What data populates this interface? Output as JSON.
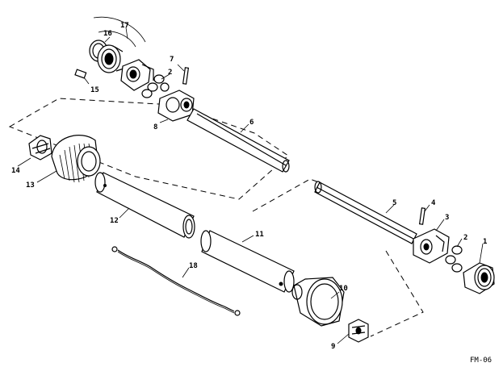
{
  "drawing_code": "FM-06",
  "part_numbers": [
    "1",
    "2",
    "2",
    "3",
    "4",
    "5",
    "6",
    "7",
    "8",
    "9",
    "10",
    "11",
    "12",
    "13",
    "14",
    "15",
    "16",
    "17",
    "18"
  ],
  "parts": [
    {
      "id": "part-1",
      "label": "1"
    },
    {
      "id": "part-2a",
      "label": "2"
    },
    {
      "id": "part-2b",
      "label": "2"
    },
    {
      "id": "part-3",
      "label": "3"
    },
    {
      "id": "part-4",
      "label": "4"
    },
    {
      "id": "part-5",
      "label": "5"
    },
    {
      "id": "part-6",
      "label": "6"
    },
    {
      "id": "part-7",
      "label": "7"
    },
    {
      "id": "part-8",
      "label": "8"
    },
    {
      "id": "part-9",
      "label": "9"
    },
    {
      "id": "part-10",
      "label": "10"
    },
    {
      "id": "part-11",
      "label": "11"
    },
    {
      "id": "part-12",
      "label": "12"
    },
    {
      "id": "part-13",
      "label": "13"
    },
    {
      "id": "part-14",
      "label": "14"
    },
    {
      "id": "part-15",
      "label": "15"
    },
    {
      "id": "part-16",
      "label": "16"
    },
    {
      "id": "part-17",
      "label": "17"
    },
    {
      "id": "part-18",
      "label": "18"
    }
  ]
}
